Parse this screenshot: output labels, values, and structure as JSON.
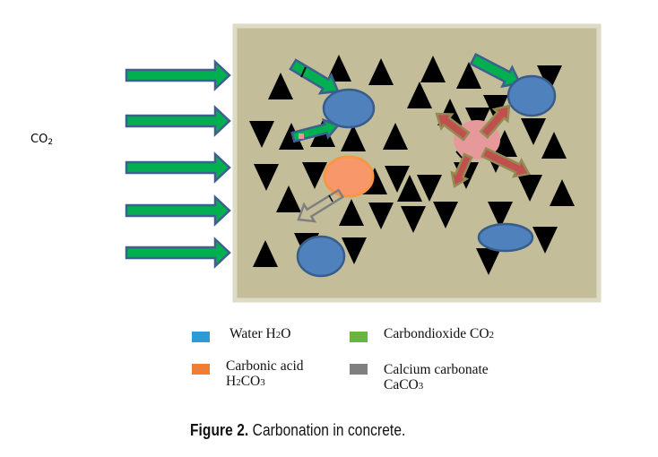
{
  "co2_label": {
    "main": "CO",
    "sub": "2"
  },
  "colors": {
    "concrete_fill": "#c4bd99",
    "concrete_border": "#dddac5",
    "water": "#4f81bd",
    "water_stroke": "#385d8a",
    "co2_arrow": "#00b050",
    "co2_arrow_stroke": "#3f5f8f",
    "carbonic_acid": "#f79646",
    "carbonic_acid_fill": "#f7976a",
    "caco3_arrow": "#7f7f7f",
    "reaction_center": "#e6999a",
    "reaction_arrow": "#c0504d",
    "reaction_arrow_stroke": "#948a54",
    "aggregate": "#000000"
  },
  "diagram": {
    "incoming_co2_arrows": 5,
    "components": [
      "aggregate-particles",
      "water-droplets",
      "co2-arrows",
      "carbonic-acid",
      "calcium-carbonate-arrow",
      "reaction-zone"
    ]
  },
  "legend": [
    {
      "id": "water",
      "label": "Water H",
      "sub": "2",
      "tail": "O",
      "color": "#2e9bd6"
    },
    {
      "id": "co2",
      "label": "Carbondioxide CO",
      "sub": "2",
      "tail": "",
      "color": "#6ab542"
    },
    {
      "id": "carbonic-acid",
      "label": "Carbonic acid",
      "line2": "H",
      "line2_sub": "2",
      "line2_tail": "CO",
      "line2_sub2": "3",
      "color": "#f07d33"
    },
    {
      "id": "calcium-carbonate",
      "label": "Calcium carbonate",
      "line2": "CaCO",
      "line2_sub": "3",
      "line2_tail": "",
      "line2_sub2": "",
      "color": "#7f7f7f"
    }
  ],
  "caption": {
    "label": "Figure 2.",
    "text": " Carbonation in concrete."
  }
}
